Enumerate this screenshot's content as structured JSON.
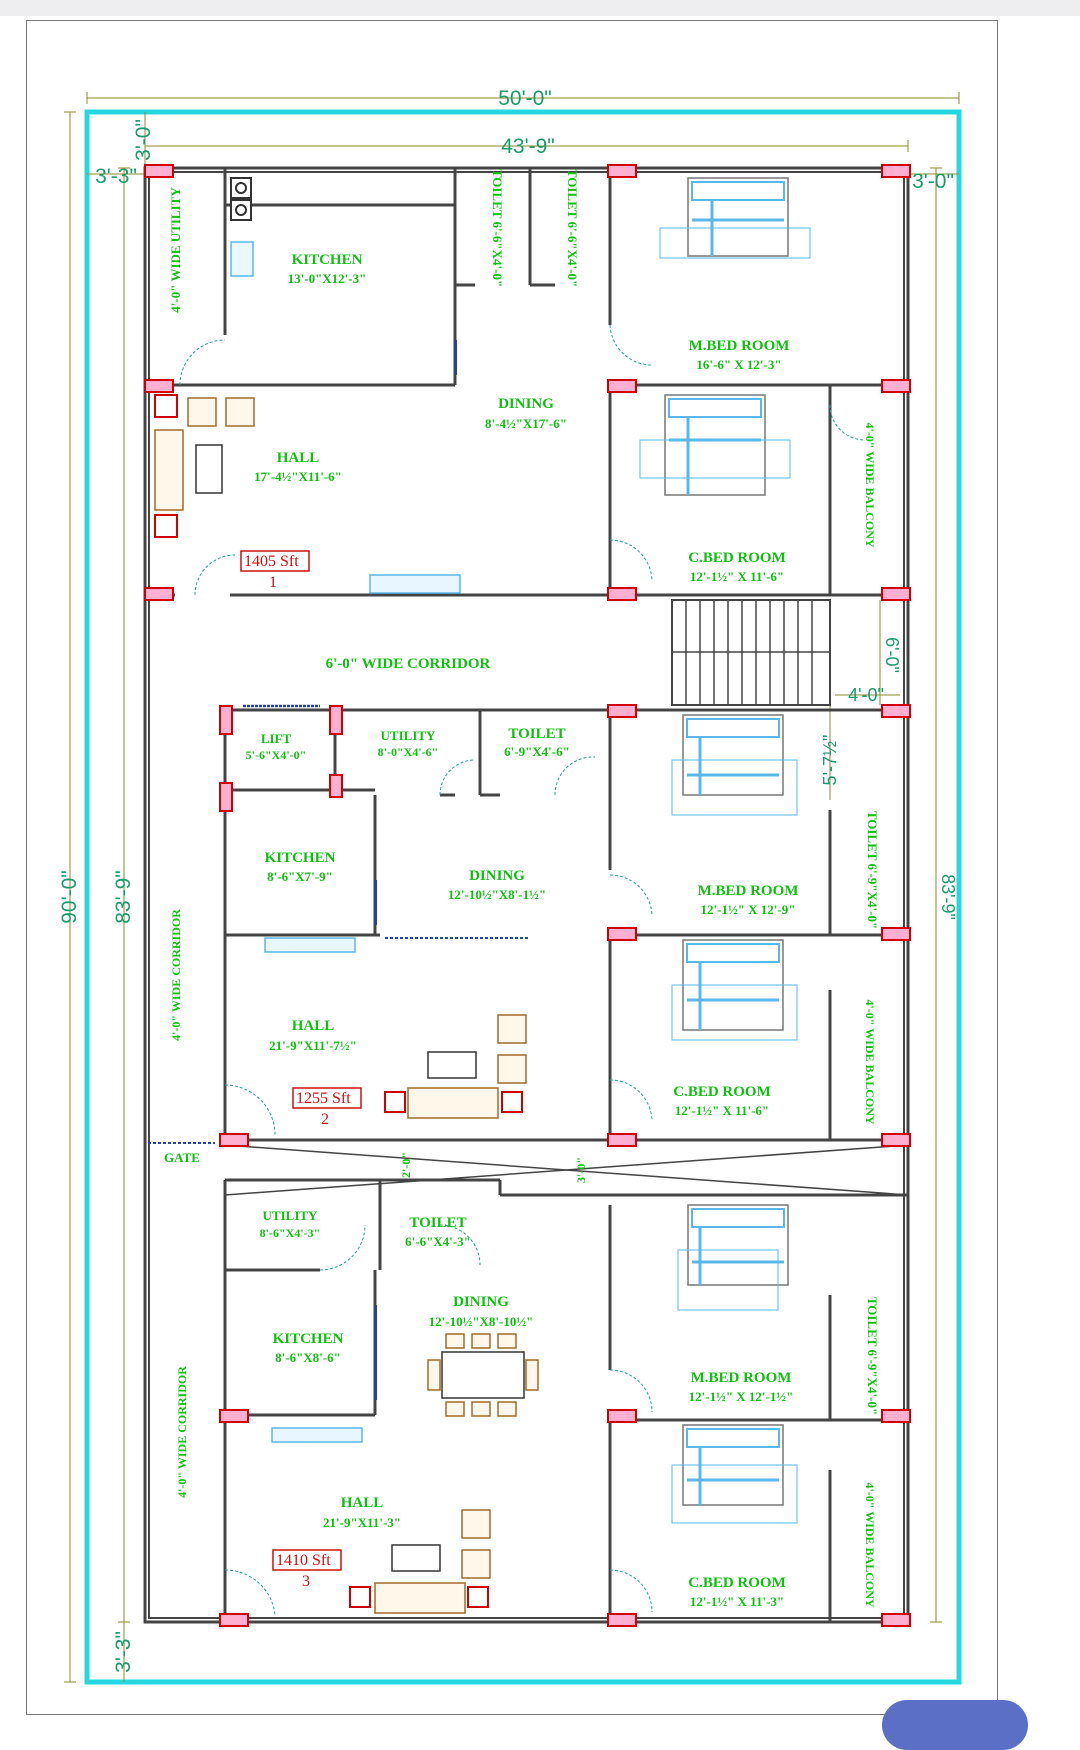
{
  "plot": {
    "overall_width": "50'-0\"",
    "inner_width": "43'-9\"",
    "overall_depth": "90'-0\"",
    "inner_depth_left": "83'-9\"",
    "inner_depth_right": "83'-9\"",
    "left_setback": "3'-3\"",
    "top_setback": "3'-0\"",
    "right_setback": "3'-0\"",
    "bottom_setback": "3'-3\""
  },
  "flat1": {
    "area": "1405 Sft",
    "number": "1",
    "utility": "4'-0\" WIDE UTILITY",
    "kitchen_name": "KITCHEN",
    "kitchen_size": "13'-0\"X12'-3\"",
    "toilet1": "TOILET 6'-6\"X4'-0\"",
    "toilet2": "TOILET 6'-6\"X4'-0\"",
    "mbed_name": "M.BED ROOM",
    "mbed_size": "16'-6\" X 12'-3\"",
    "dining_name": "DINING",
    "dining_size": "8'-4½\"X17'-6\"",
    "hall_name": "HALL",
    "hall_size": "17'-4½\"X11'-6\"",
    "balcony": "4'-0\" WIDE BALCONY",
    "cbed_name": "C.BED ROOM",
    "cbed_size": "12'-1½\" X 11'-6\""
  },
  "corridor": {
    "label": "6'-0\" WIDE CORRIDOR",
    "stair_depth": "6'-0\"",
    "stair_width": "4'-0\"",
    "gap": "5'-7½\"",
    "side_corridor_1": "4'-0\" WIDE CORRIDOR",
    "side_corridor_2": "4'-0\" WIDE CORRIDOR",
    "gate": "GATE",
    "passage_1": "2'-0\"",
    "passage_2": "3'-0\""
  },
  "flat2": {
    "area": "1255 Sft",
    "number": "2",
    "lift_name": "LIFT",
    "lift_size": "5'-6\"X4'-0\"",
    "utility_name": "UTILITY",
    "utility_size": "8'-0\"X4'-6\"",
    "toilet_name": "TOILET",
    "toilet_size": "6'-9\"X4'-6\"",
    "kitchen_name": "KITCHEN",
    "kitchen_size": "8'-6\"X7'-9\"",
    "dining_name": "DINING",
    "dining_size": "12'-10½\"X8'-1½\"",
    "mbed_name": "M.BED ROOM",
    "mbed_size": "12'-1½\" X 12'-9\"",
    "side_toilet": "TOILET 6'-9\"X4'-0\"",
    "hall_name": "HALL",
    "hall_size": "21'-9\"X11'-7½\"",
    "balcony": "4'-0\" WIDE BALCONY",
    "cbed_name": "C.BED ROOM",
    "cbed_size": "12'-1½\" X 11'-6\""
  },
  "flat3": {
    "area": "1410 Sft",
    "number": "3",
    "utility_name": "UTILITY",
    "utility_size": "8'-6\"X4'-3\"",
    "toilet_name": "TOILET",
    "toilet_size": "6'-6\"X4'-3\"",
    "dining_name": "DINING",
    "dining_size": "12'-10½\"X8'-10½\"",
    "kitchen_name": "KITCHEN",
    "kitchen_size": "8'-6\"X8'-6\"",
    "mbed_name": "M.BED ROOM",
    "mbed_size": "12'-1½\" X 12'-1½\"",
    "side_toilet": "TOILET 6'-9\"X4'-0\"",
    "hall_name": "HALL",
    "hall_size": "21'-9\"X11'-3\"",
    "balcony": "4'-0\" WIDE BALCONY",
    "cbed_name": "C.BED ROOM",
    "cbed_size": "12'-1½\" X 11'-3\""
  },
  "colors": {
    "label_green": "#10c010",
    "dimension_green": "#1a9c6a",
    "plot_boundary": "#25d8e0",
    "column_fill": "#ffb0d0",
    "column_stroke": "#d00000",
    "area_red": "#cc1010"
  }
}
